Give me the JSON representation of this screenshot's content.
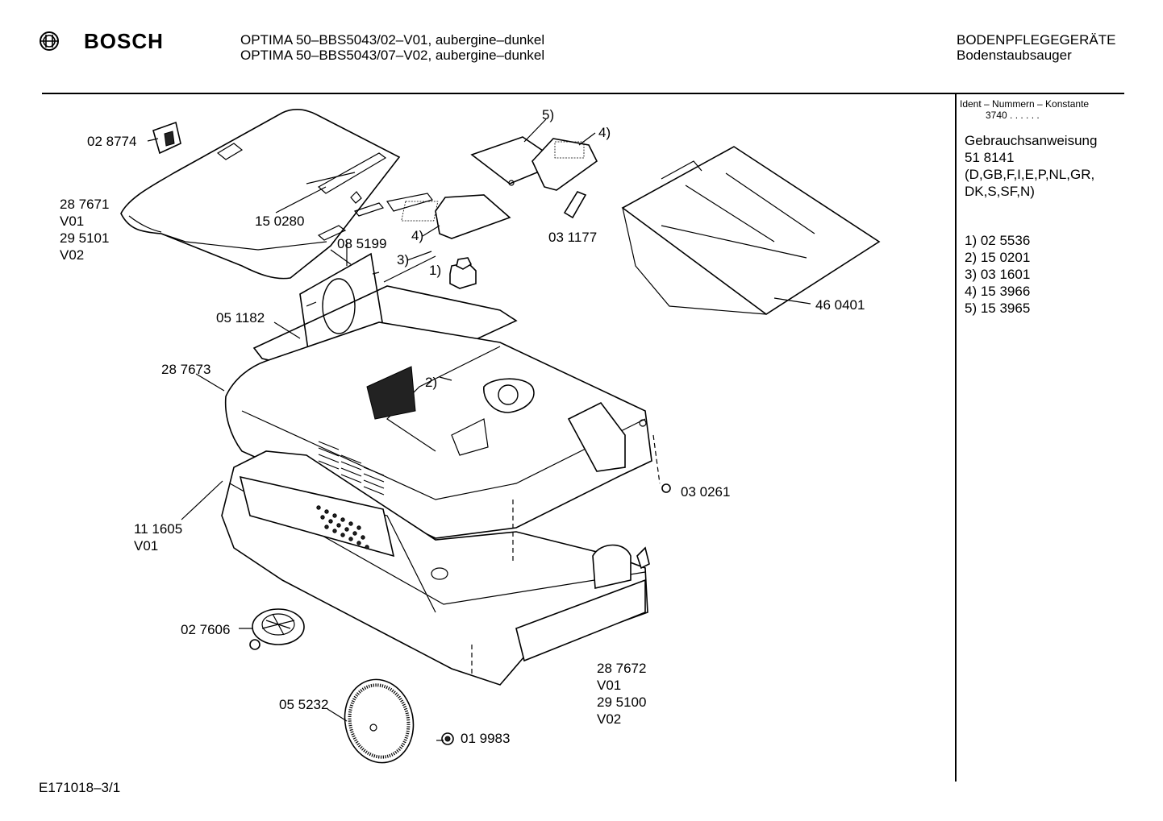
{
  "header": {
    "brand": "BOSCH",
    "model_line_1": "OPTIMA 50–BBS5043/02–V01, aubergine–dunkel",
    "model_line_2": "OPTIMA 50–BBS5043/07–V02, aubergine–dunkel",
    "category": "BODENPFLEGEGERÄTE",
    "subcategory": "Bodenstaubsauger"
  },
  "sidebar": {
    "ident_label": "Ident – Nummern – Konstante",
    "ident_value": "3740  . .    . . . .",
    "manual_title": "Gebrauchsanweisung",
    "manual_number": "51 8141",
    "manual_languages_1": "(D,GB,F,I,E,P,NL,GR,",
    "manual_languages_2": "DK,S,SF,N)",
    "footnotes": [
      "1) 02 5536",
      "2) 15 0201",
      "3) 03 1601",
      "4) 15 3966",
      "5) 15 3965"
    ]
  },
  "parts": {
    "p028774": "02 8774",
    "p287671": "28 7671",
    "p287671_v01": "V01",
    "p295101": "29 5101",
    "p295101_v02": "V02",
    "p150280": "15 0280",
    "p085199": "08 5199",
    "p051182": "05 1182",
    "p287673": "28 7673",
    "p111605": "11 1605",
    "p111605_v01": "V01",
    "p027606": "02 7606",
    "p055232": "05 5232",
    "p019983": "01 9983",
    "p287672": "28 7672",
    "p287672_v01": "V01",
    "p295100": "29 5100",
    "p295100_v02": "V02",
    "p030261": "03 0261",
    "p460401": "46 0401",
    "p031177": "03 1177",
    "ref1": "1)",
    "ref2": "2)",
    "ref3": "3)",
    "ref4a": "4)",
    "ref4b": "4)",
    "ref5": "5)"
  },
  "footer": {
    "drawing_id": "E171018–3/1"
  }
}
